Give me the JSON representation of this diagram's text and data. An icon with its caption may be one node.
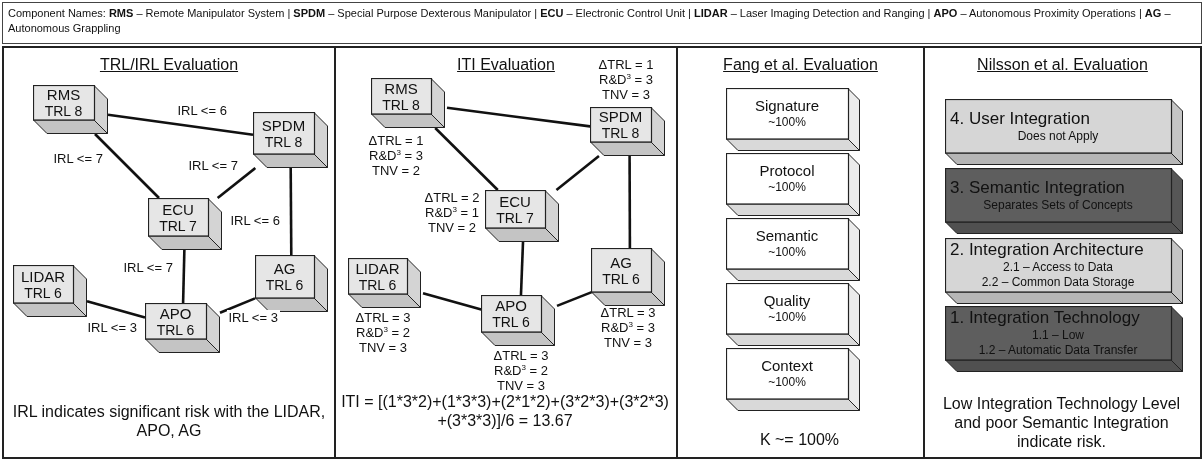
{
  "diagram": {
    "nodes": [
      {
        "text": [
          "TRL/IRL Evaluation",
          "IRL indicates significant risk with the LIDAR, APO, AG"
        ]
      },
      {
        "text": [
          "RMS",
          "TRL 8"
        ],
        "in": 0
      },
      {
        "text": [
          "SPDM",
          "TRL 8"
        ],
        "in": 0
      },
      {
        "text": [
          "ECU",
          "TRL 7"
        ],
        "in": 0
      },
      {
        "text": [
          "AG",
          "TRL 6"
        ],
        "in": 0
      },
      {
        "text": [
          "LIDAR",
          "TRL 6"
        ],
        "in": 0
      },
      {
        "text": [
          "APO",
          "TRL 6"
        ],
        "in": 0
      },
      {
        "text": [
          "ITI Evaluation",
          "ITI = [(1*3*2)+(1*3*3)+(2*1*2)+(3*2*3)+(3*2*3) +(3*3*3)]/6 = 13.67"
        ]
      },
      {
        "text": [
          "RMS",
          "TRL 8"
        ],
        "in": 7,
        "beside": [
          "ΔTRL = 1 R&D$^{3}$ = 3 TNV = 2"
        ]
      },
      {
        "text": [
          "SPDM",
          "TRL 8"
        ],
        "in": 7,
        "beside": [
          "ΔTRL = 1 R&D$^{3}$ = 3 TNV = 3"
        ]
      },
      {
        "text": [
          "ECU",
          "TRL 7"
        ],
        "in": 7,
        "beside": [
          "ΔTRL = 2 R&D$^{3}$ = 1 TNV = 2"
        ]
      },
      {
        "text": [
          "AG",
          "TRL 6"
        ],
        "in": 7,
        "beside": [
          "ΔTRL = 3 R&D$^{3}$ = 3 TNV = 3"
        ]
      },
      {
        "text": [
          "LIDAR",
          "TRL 6"
        ],
        "in": 7,
        "beside": [
          "ΔTRL = 3 R&D$^{3}$ = 2 TNV = 3"
        ]
      },
      {
        "text": [
          "APO",
          "TRL 6"
        ],
        "in": 7,
        "beside": [
          "ΔTRL = 3 R&D$^{3}$ = 2 TNV = 3"
        ]
      },
      {
        "text": [
          "Fang et al. Evaluation",
          "K ~= 100%"
        ]
      },
      {
        "text": [
          "Signature",
          "~100%"
        ],
        "in": 14
      },
      {
        "text": [
          "Protocol",
          "~100%"
        ],
        "in": 14
      },
      {
        "text": [
          "Semantic",
          "~100%"
        ],
        "in": 14
      },
      {
        "text": [
          "Quality",
          "~100%"
        ],
        "in": 14
      },
      {
        "text": [
          "Context",
          "~100%"
        ],
        "in": 14
      },
      {
        "text": [
          "Nilsson et al. Evaluation",
          "Low Integration Technology Level and poor Semantic Integration indicate risk."
        ]
      },
      {
        "text": [
          "4. User Integration",
          "Does not Apply"
        ],
        "in": 20
      },
      {
        "text": [
          "3. Semantic Integration",
          "Separates Sets of Concepts"
        ],
        "in": 20
      },
      {
        "text": [
          "2. Integration Architecture",
          "2.1 – Access to Data",
          "2.2 – Common Data Storage"
        ],
        "in": 20
      },
      {
        "text": [
          "1. Integration Technology",
          "1.1 – Low",
          "1.2 – Automatic Data Transfer"
        ],
        "in": 20
      }
    ],
    "edges": [
      {
        "from": 1,
        "to": 2,
        "arrow": "none",
        "label": "IRL <= 6"
      },
      {
        "from": 1,
        "to": 3,
        "arrow": "none",
        "label": "IRL <= 7"
      },
      {
        "from": 2,
        "to": 3,
        "arrow": "none",
        "label": "IRL <= 7"
      },
      {
        "from": 2,
        "to": 4,
        "arrow": "none",
        "label": "IRL <= 6"
      },
      {
        "from": 3,
        "to": 6,
        "arrow": "none",
        "label": "IRL <= 7"
      },
      {
        "from": 5,
        "to": 6,
        "arrow": "none",
        "label": "IRL <= 3"
      },
      {
        "from": 4,
        "to": 6,
        "arrow": "none",
        "label": "IRL <= 3"
      },
      {
        "from": 8,
        "to": 9,
        "arrow": "none"
      },
      {
        "from": 8,
        "to": 10,
        "arrow": "none"
      },
      {
        "from": 9,
        "to": 10,
        "arrow": "none"
      },
      {
        "from": 9,
        "to": 11,
        "arrow": "none"
      },
      {
        "from": 10,
        "to": 13,
        "arrow": "none"
      },
      {
        "from": 12,
        "to": 13,
        "arrow": "none"
      },
      {
        "from": 11,
        "to": 13,
        "arrow": "none"
      }
    ],
    "labels": [
      "Component Names:  **RMS** – Remote Manipulator System | **SPDM** – Special Purpose Dexterous Manipulator | **ECU** – Electronic Control Unit | **LIDAR** – Laser Imaging Detection and Ranging | **APO** – Autonomous Proximity Operations | **AG** – Autonomous Grappling"
    ]
  }
}
